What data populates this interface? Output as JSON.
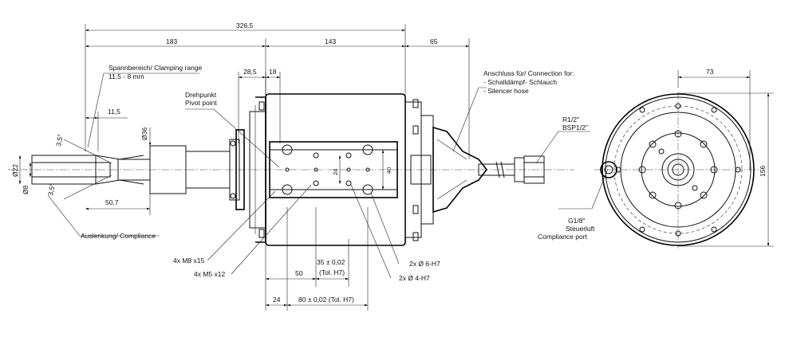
{
  "dimensions": {
    "overall": "326.5",
    "left": "183",
    "middle": "143",
    "right": "65",
    "d28_5": "28,5",
    "d18": "18",
    "d11_5": "11,5",
    "d50_7": "50,7",
    "d50": "50",
    "d24": "24",
    "d73": "73",
    "d156": "156",
    "d36": "Ø36",
    "d22": "Ø22",
    "d8": "Ø8",
    "d40": "40",
    "d24v": "24",
    "a35_top": "3,5°",
    "a35_bot": "3,5°",
    "tol35": "35 ± 0,02",
    "tol35b": "(Tol. H7)",
    "tol80": "80 ± 0,02 (Tol. H7)"
  },
  "labels": {
    "clamp_de": "Spannbereich/ Clamping range",
    "clamp_val": "11.5 - 8 mm",
    "pivot_de": "Drehpunkt",
    "pivot_en": "Pivot point",
    "compliance": "Auslenkung/ Compliance",
    "m8": "4x M8 x15",
    "m5": "4x M5 x12",
    "h6": "2x Ø 6-H7",
    "h4": "2x Ø 4-H7",
    "conn_title": "Anschluss für/ Connection for:",
    "conn_1": "- Schalldämpf- Schlauch",
    "conn_2": "- Silencer hose",
    "r12": "R1/2\"",
    "bsp": "BSP1/2\"",
    "g18": "G1/8\"",
    "steuerluft": "Steuerluft",
    "port": "Compliance port"
  }
}
